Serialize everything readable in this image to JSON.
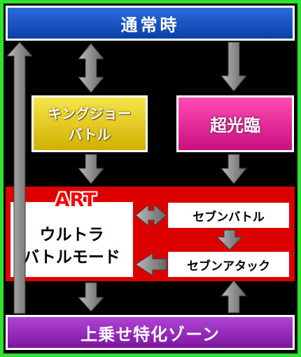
{
  "nodes": {
    "normal": {
      "label": "通常時"
    },
    "king_joe": {
      "line1": "キングジョー",
      "line2": "バトル"
    },
    "choukourin": {
      "label": "超光臨"
    },
    "art": {
      "tag": "ART",
      "line1": "ウルトラ",
      "line2": "バトルモード"
    },
    "seven_battle": {
      "label": "セブンバトル"
    },
    "seven_attack": {
      "label": "セブンアタック"
    },
    "uwanose": {
      "label": "上乗せ特化ゾーン"
    }
  },
  "colors": {
    "frame": "#2fe22f",
    "normal": "#1a56c8",
    "king_joe": "#e8cf12",
    "choukourin": "#e0289a",
    "art_panel": "#dd0000",
    "uwanose": "#9a2bc0",
    "arrow": "#8a8a8a"
  }
}
